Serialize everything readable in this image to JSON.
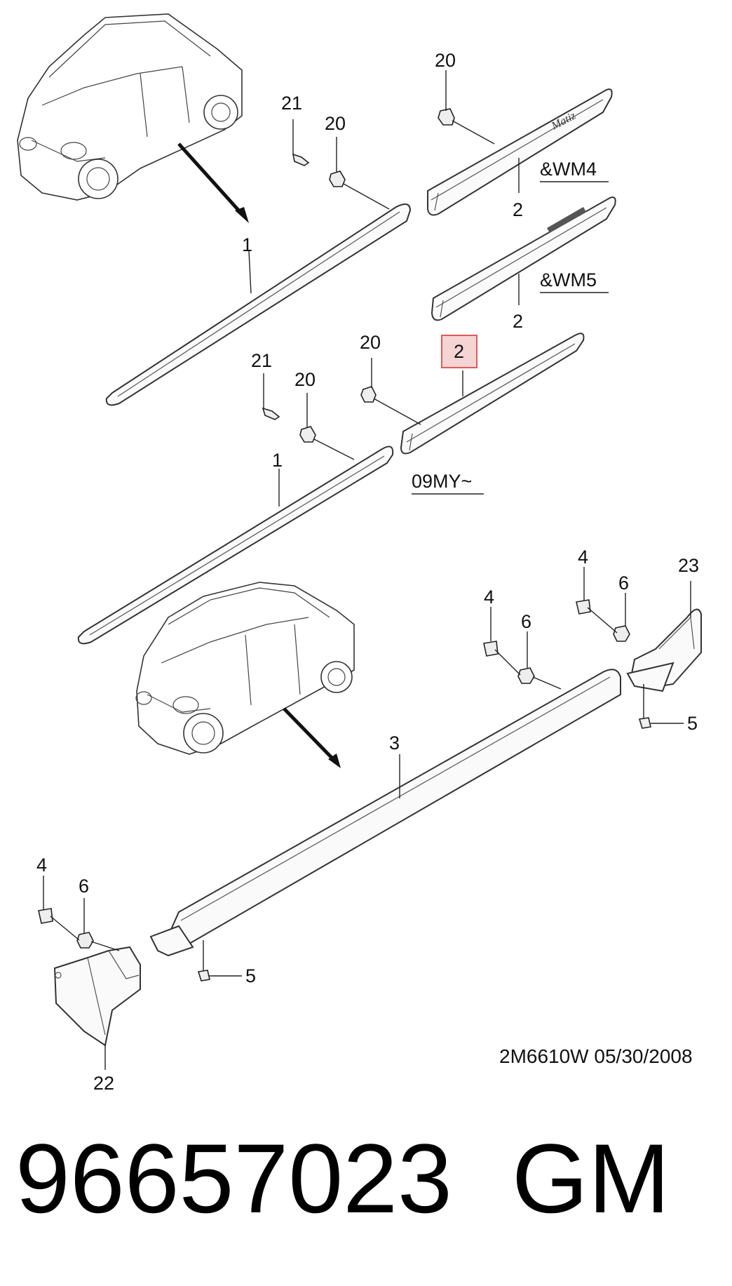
{
  "callouts": {
    "c20_a": "20",
    "c21_a": "21",
    "c20_b": "20",
    "c2_a": "2",
    "c2_b": "2",
    "c1_a": "1",
    "c20_c": "20",
    "c21_b": "21",
    "c20_d": "20",
    "c2_hl": "2",
    "c1_b": "1",
    "c4_a": "4",
    "c6_a": "6",
    "c23": "23",
    "c4_b": "4",
    "c6_b": "6",
    "c5_a": "5",
    "c3": "3",
    "c4_c": "4",
    "c6_c": "6",
    "c5_b": "5",
    "c22": "22"
  },
  "variants": {
    "wm4": "&WM4",
    "wm5": "&WM5",
    "my09": "09MY~"
  },
  "emblem_text": "Matiz",
  "drawing_code": "2M6610W  05/30/2008",
  "part_number": "96657023",
  "brand": "GM",
  "highlight_color": "#e05a5a",
  "highlight_fill": "#f7d4d4"
}
